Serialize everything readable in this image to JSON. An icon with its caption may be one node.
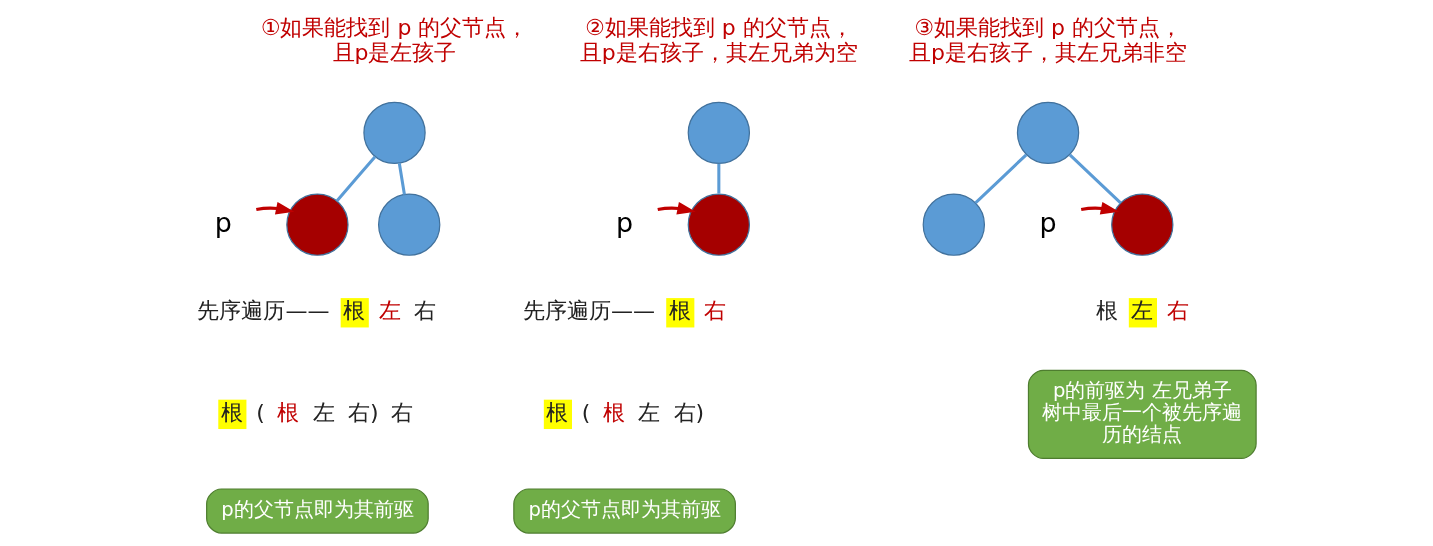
{
  "diagram": {
    "nodes": [
      {
        "text": [],
        "shape": "circle"
      },
      {
        "text": [],
        "shape": "circle"
      },
      {
        "text": [],
        "shape": "circle"
      },
      {
        "text": [
          "p"
        ]
      },
      {
        "text": [],
        "shape": "circle"
      },
      {
        "text": [],
        "shape": "circle"
      },
      {
        "text": [
          "p"
        ]
      },
      {
        "text": [],
        "shape": "circle"
      },
      {
        "text": [],
        "shape": "circle"
      },
      {
        "text": [],
        "shape": "circle"
      },
      {
        "text": [
          "p"
        ]
      },
      {
        "text": [
          "p的父节点即为其前驱"
        ]
      },
      {
        "text": [
          "p的父节点即为其前驱"
        ]
      },
      {
        "text": [
          "p的前驱为 左兄弟子树中最后一个被先序遍历的结点"
        ]
      }
    ],
    "edges": [
      {
        "from": 0,
        "to": 1,
        "arrow": "none"
      },
      {
        "from": 0,
        "to": 2,
        "arrow": "none"
      },
      {
        "from": 3,
        "to": 1,
        "arrow": "to",
        "color": "#c00000"
      },
      {
        "from": 4,
        "to": 5,
        "arrow": "none"
      },
      {
        "from": 6,
        "to": 5,
        "arrow": "to",
        "color": "#c00000"
      },
      {
        "from": 7,
        "to": 8,
        "arrow": "none"
      },
      {
        "from": 7,
        "to": 9,
        "arrow": "none"
      },
      {
        "from": 10,
        "to": 9,
        "arrow": "to",
        "color": "#c00000"
      }
    ],
    "labels": [
      "①如果能找到 p 的父节点，且p是左孩子",
      "②如果能找到 p 的父节点，且p是右孩子，其左兄弟为空",
      "③如果能找到 p 的父节点，且p是右孩子，其左兄弟非空",
      "先序遍历——",
      "根",
      "左",
      "右",
      "根",
      "(",
      "根",
      "左",
      "右)",
      "右",
      "先序遍历——",
      "根",
      "右",
      "根",
      "(",
      "根",
      "左",
      "右)",
      "根",
      "左",
      "右"
    ]
  }
}
